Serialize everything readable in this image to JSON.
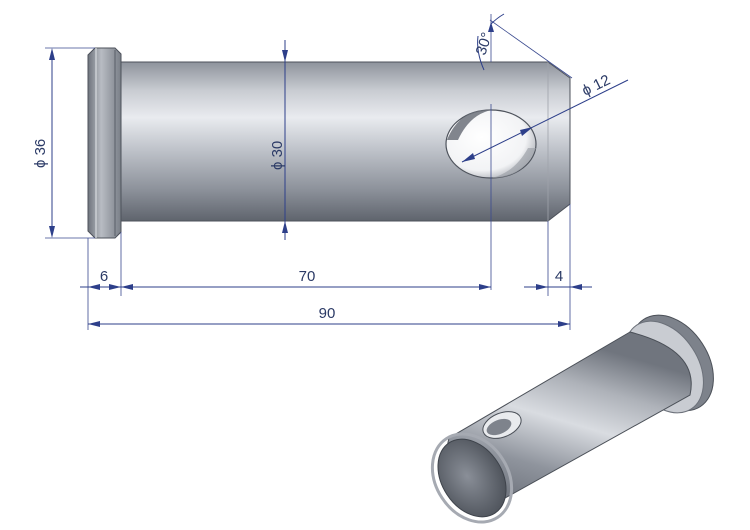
{
  "drawing": {
    "dimensions": {
      "head_diameter": "ϕ 36",
      "shaft_diameter": "ϕ 30",
      "hole_diameter": "ϕ 12",
      "chamfer_angle": "30°",
      "head_length": "6",
      "hole_position": "70",
      "chamfer_length": "4",
      "total_length": "90"
    }
  },
  "colors": {
    "dimension_line": "#2d3f8a",
    "dimension_text": "#2b3a66",
    "metal_light": "#eef0f4",
    "metal_mid": "#a9adb6",
    "metal_dark": "#5c616b"
  }
}
